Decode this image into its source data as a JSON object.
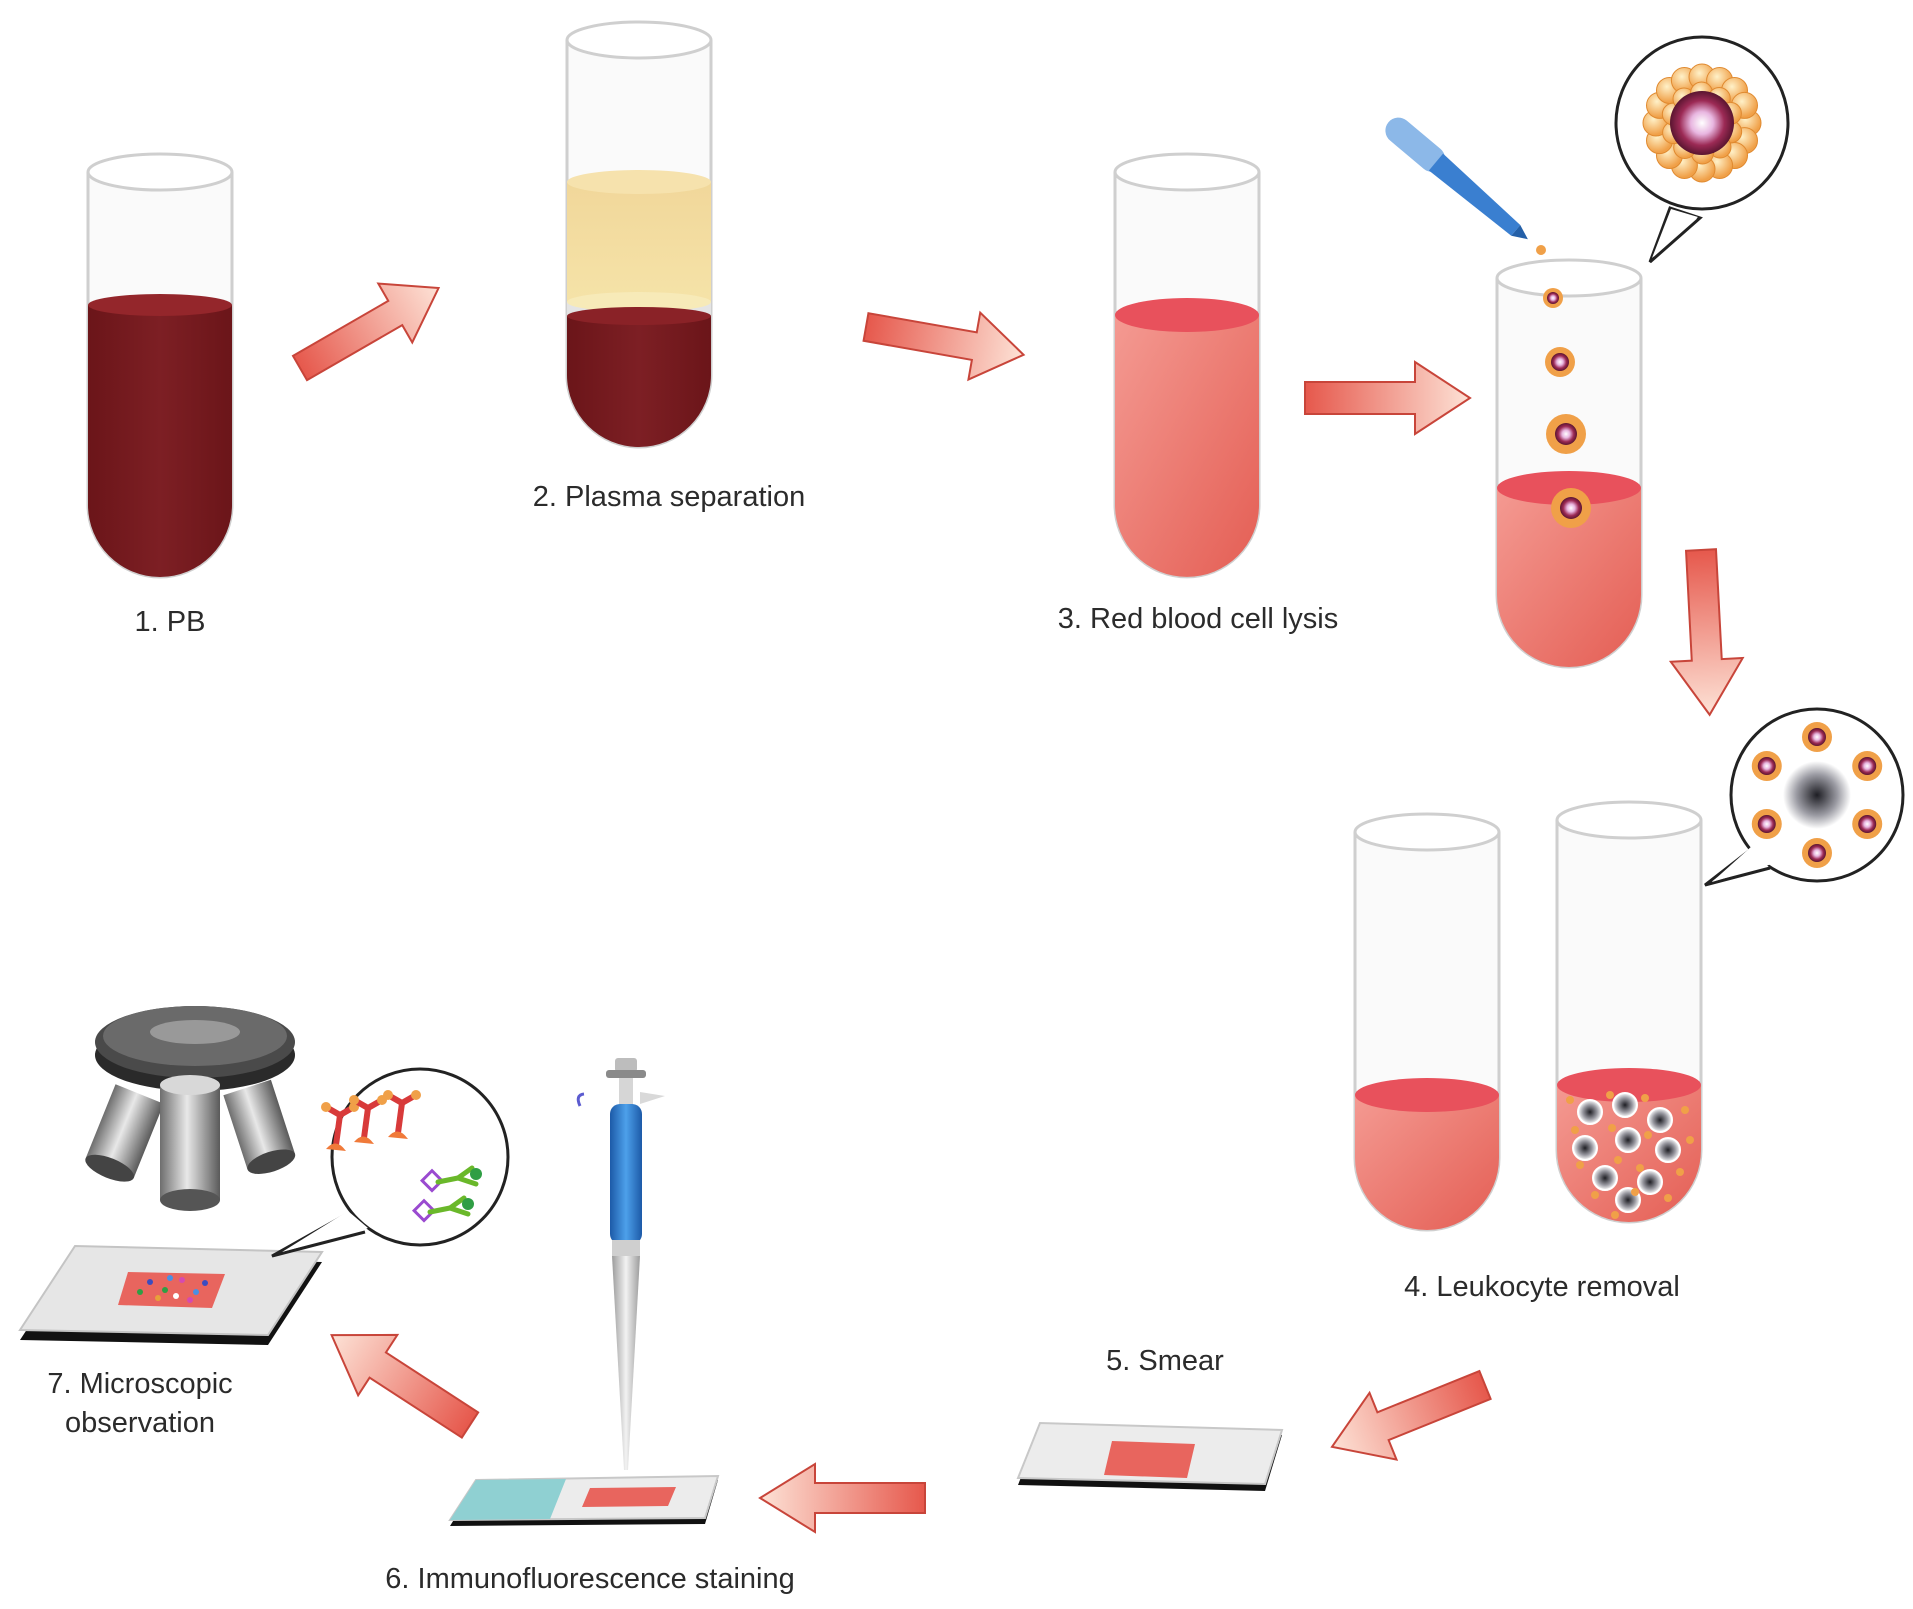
{
  "steps": [
    {
      "label": "1. PB"
    },
    {
      "label": "2. Plasma separation"
    },
    {
      "label": "3. Red blood cell lysis"
    },
    {
      "label": "4. Leukocyte removal"
    },
    {
      "label": "5. Smear"
    },
    {
      "label": "6. Immunofluorescence staining"
    },
    {
      "label": "7. Microscopic observation"
    }
  ],
  "colors": {
    "blood": "#7a1c20",
    "plasma": "#f2d89a",
    "lysate": "#ee7a72",
    "arrow": "#f08a72",
    "pipette": "#2f7fd0",
    "slide_tint": "#8fd0d2"
  }
}
